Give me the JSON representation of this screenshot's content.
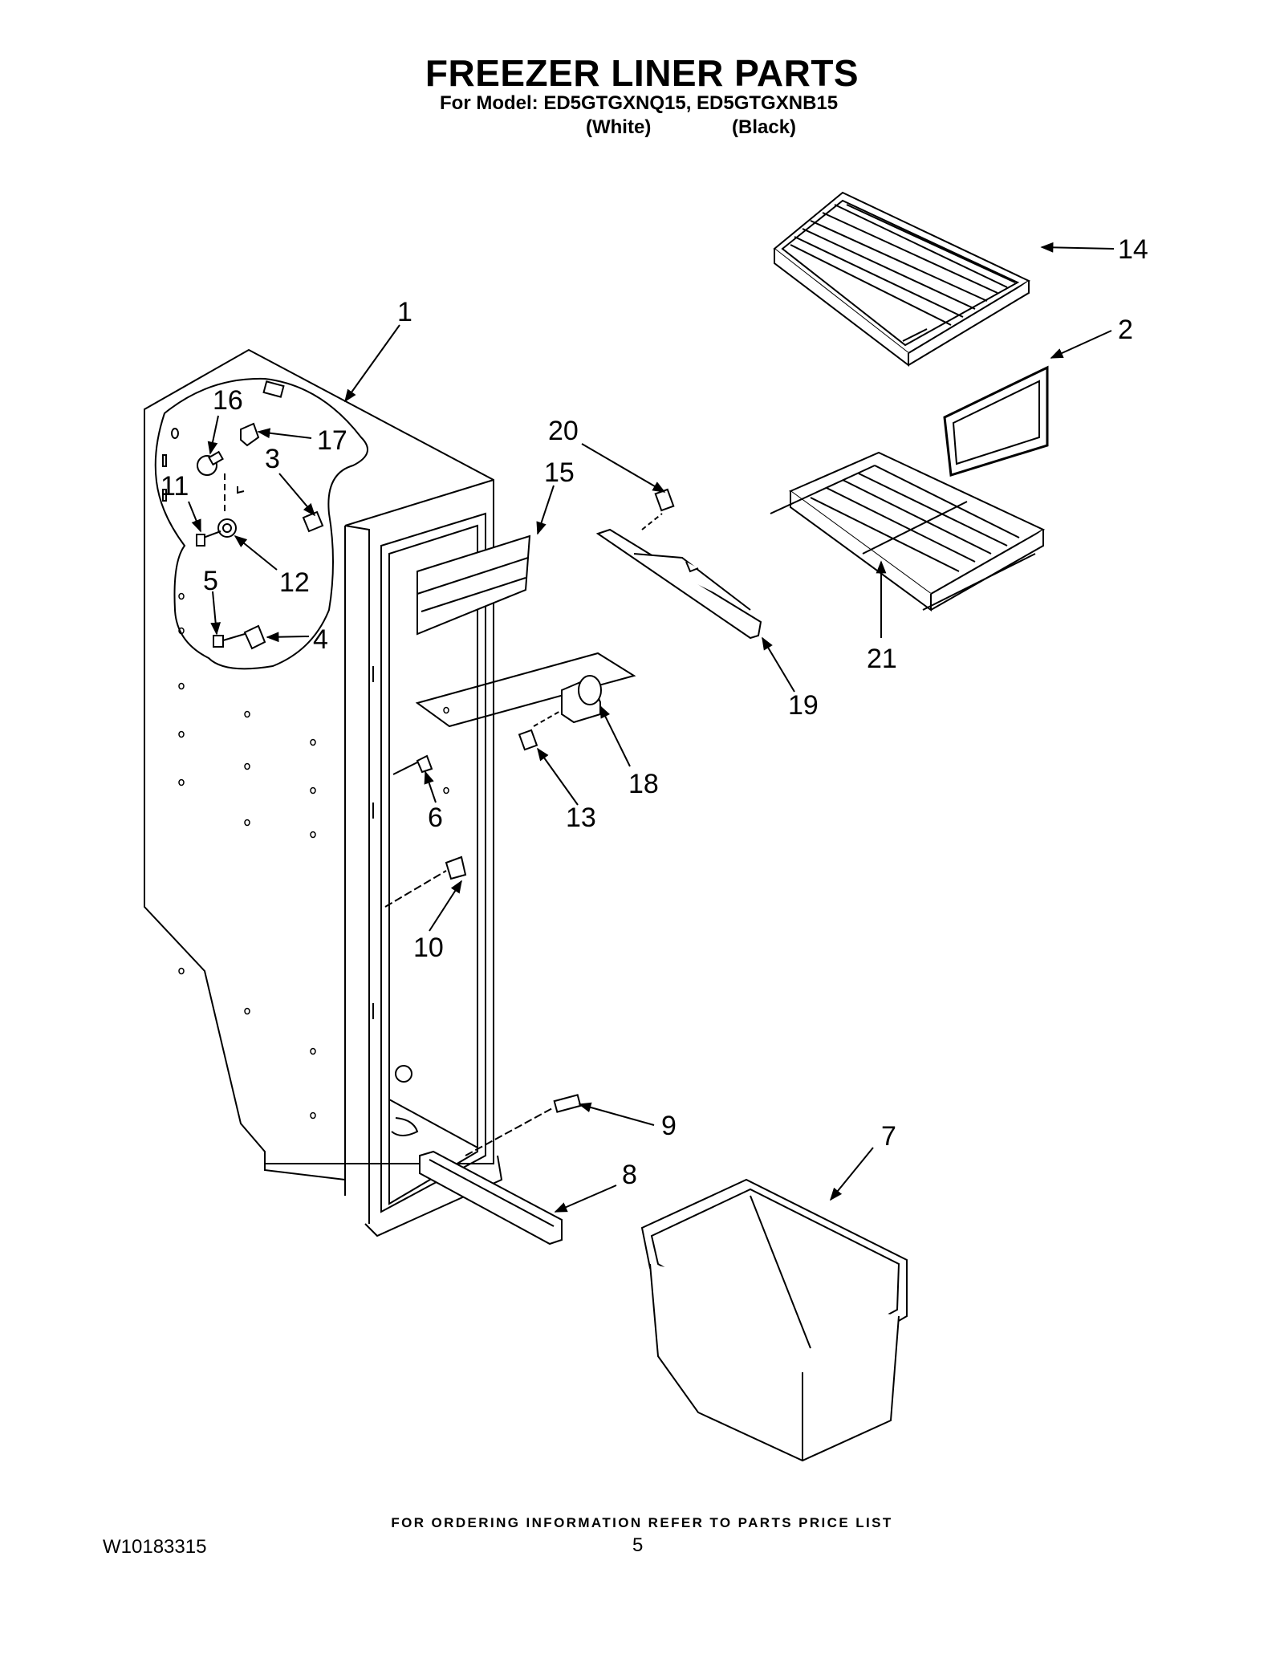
{
  "header": {
    "title": "FREEZER LINER PARTS",
    "model_line": "For Model: ED5GTGXNQ15, ED5GTGXNB15",
    "variants": [
      "(White)",
      "(Black)"
    ]
  },
  "diagram": {
    "callouts": [
      "1",
      "2",
      "3",
      "4",
      "5",
      "6",
      "7",
      "8",
      "9",
      "10",
      "11",
      "12",
      "13",
      "14",
      "15",
      "16",
      "17",
      "18",
      "19",
      "20",
      "21"
    ]
  },
  "footer": {
    "ordering_note": "FOR ORDERING INFORMATION REFER TO PARTS PRICE LIST",
    "document_id": "W10183315",
    "page_number": "5"
  }
}
